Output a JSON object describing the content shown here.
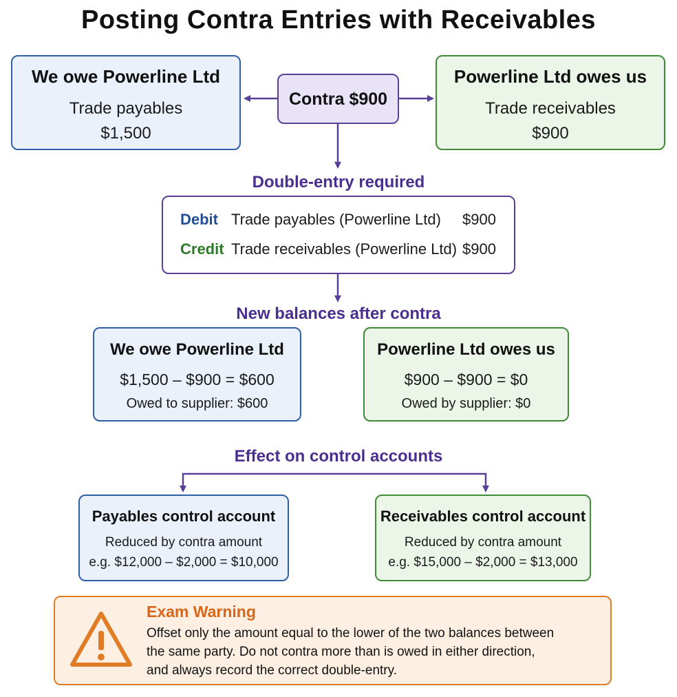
{
  "title": "Posting Contra Entries with Receivables",
  "top": {
    "left": {
      "heading": "We owe Powerline Ltd",
      "line1": "Trade payables",
      "line2": "$1,500"
    },
    "center": {
      "label": "Contra $900"
    },
    "right": {
      "heading": "Powerline Ltd owes us",
      "line1": "Trade receivables",
      "line2": "$900"
    }
  },
  "double_entry": {
    "label": "Double-entry required",
    "rows": [
      {
        "side": "Debit",
        "account": "Trade payables (Powerline Ltd)",
        "amount": "$900"
      },
      {
        "side": "Credit",
        "account": "Trade receivables (Powerline Ltd)",
        "amount": "$900"
      }
    ]
  },
  "new_balances": {
    "label": "New balances after contra",
    "left": {
      "heading": "We owe Powerline Ltd",
      "calc": "$1,500 – $900 = $600",
      "note": "Owed to supplier: $600"
    },
    "right": {
      "heading": "Powerline Ltd owes us",
      "calc": "$900 – $900 = $0",
      "note": "Owed by supplier: $0"
    }
  },
  "control_accounts": {
    "label": "Effect on control accounts",
    "left": {
      "heading": "Payables control account",
      "line1": "Reduced by contra amount",
      "line2": "e.g. $12,000 – $2,000 = $10,000"
    },
    "right": {
      "heading": "Receivables control account",
      "line1": "Reduced by contra amount",
      "line2": "e.g. $15,000 – $2,000 = $13,000"
    }
  },
  "warning": {
    "title": "Exam Warning",
    "lines": [
      "Offset only the amount equal to the lower of the two balances between",
      "the same party.  Do not contra more than is owed in either direction,",
      "and always record the correct double-entry."
    ]
  },
  "colors": {
    "blue_border": "#2f5fa7",
    "green_border": "#3f8a35",
    "purple": "#5a3f98",
    "orange": "#e07b26"
  }
}
